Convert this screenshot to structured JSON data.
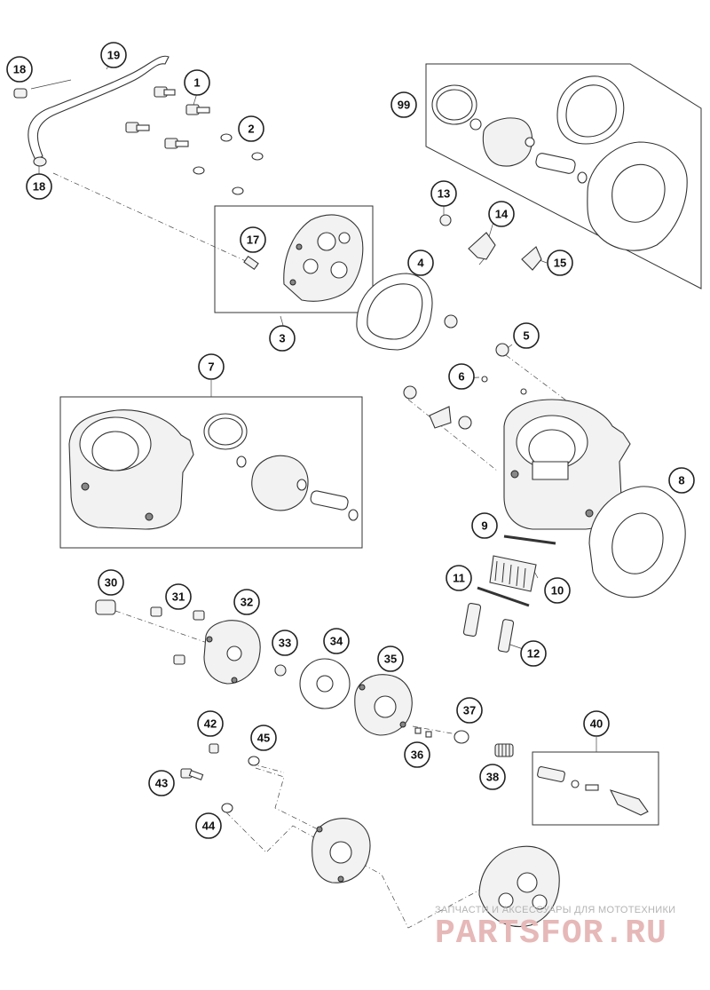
{
  "callouts": {
    "c1": "1",
    "c2": "2",
    "c3": "3",
    "c4": "4",
    "c5": "5",
    "c6": "6",
    "c7": "7",
    "c8": "8",
    "c9": "9",
    "c10": "10",
    "c11": "11",
    "c12": "12",
    "c13": "13",
    "c14": "14",
    "c15": "15",
    "c17": "17",
    "c18a": "18",
    "c18b": "18",
    "c19": "19",
    "c30": "30",
    "c31": "31",
    "c32": "32",
    "c33": "33",
    "c34": "34",
    "c35": "35",
    "c36": "36",
    "c37": "37",
    "c38": "38",
    "c40": "40",
    "c42": "42",
    "c43": "43",
    "c44": "44",
    "c45": "45",
    "c99": "99"
  },
  "watermark": {
    "tagline": "ЗАПЧАСТИ И АКСЕССУАРЫ ДЛЯ МОТОТЕХНИКИ",
    "brand": "PARTSFOR.RU"
  },
  "colors": {
    "line": "#333333",
    "watermark_brand": "#e6b8b8",
    "watermark_text": "#b4b4b4"
  }
}
